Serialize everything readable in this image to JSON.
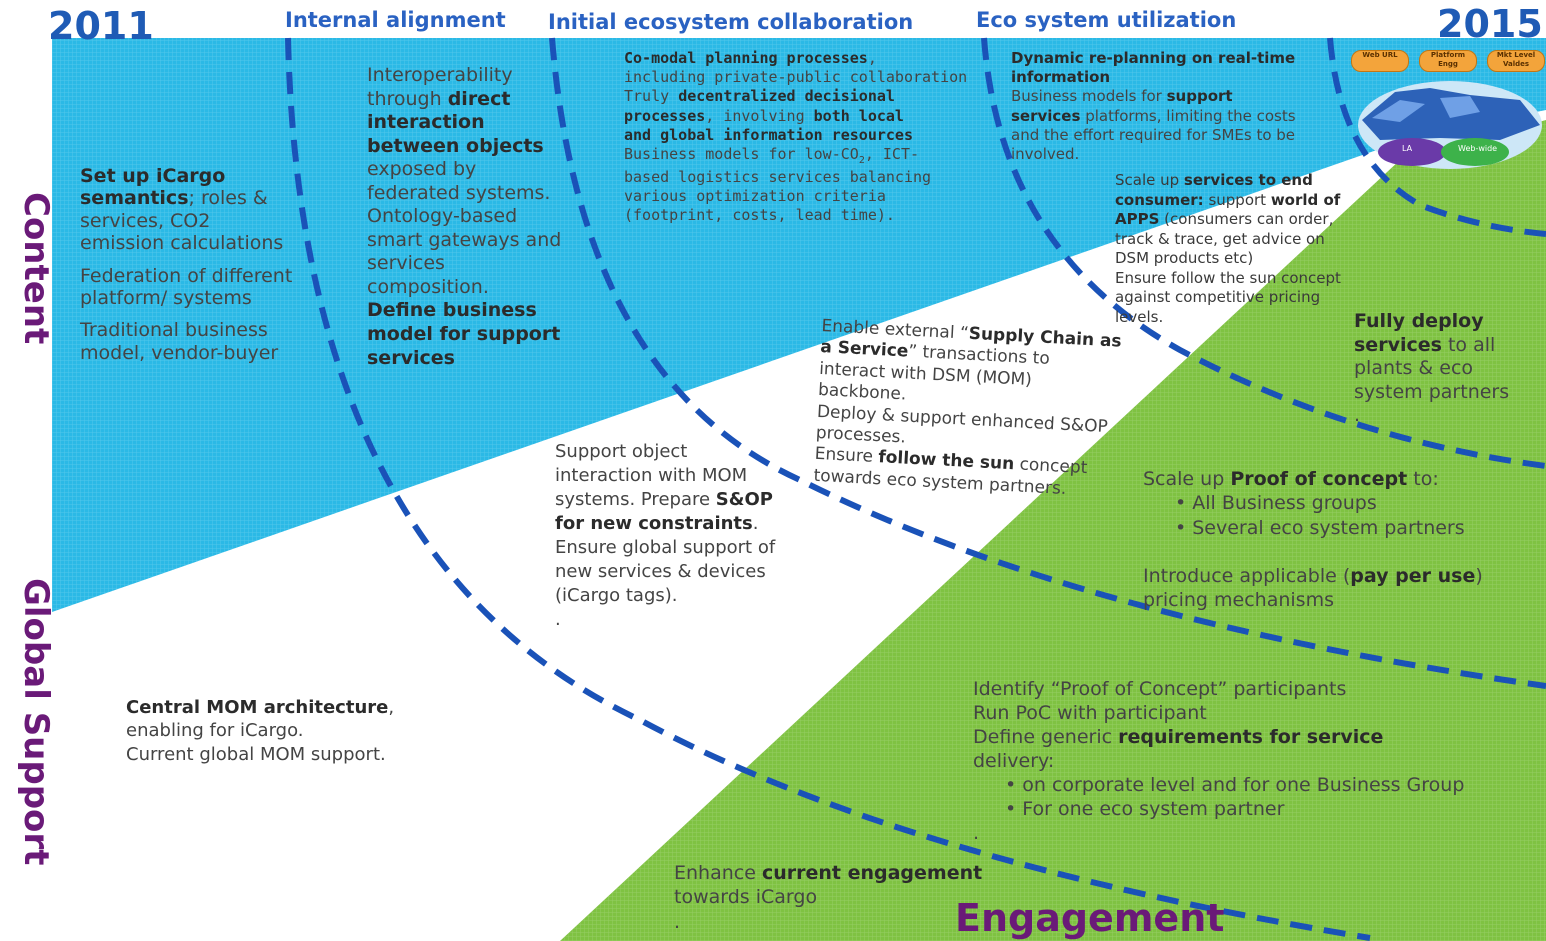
{
  "timeline": {
    "start_year": "2011",
    "end_year": "2015"
  },
  "phases": [
    "Internal alignment",
    "Initial ecosystem collaboration",
    "Eco system utilization"
  ],
  "axes": {
    "content": "Content",
    "global_support": "Global Support",
    "engagement": "Engagement"
  },
  "colors": {
    "content_band": "#2bb9e6",
    "engagement_band": "#7fc242",
    "arc_line": "#1a52b8",
    "phase_text": "#2a62c2",
    "axis_text": "#6a1a78"
  },
  "logo": {
    "badges": [
      "Web URL",
      "Platform Engg",
      "Mkt Level Valdes"
    ],
    "lower_labels": [
      "LA",
      "Web-wide"
    ]
  },
  "content": {
    "c1": {
      "l1_b": "Set up iCargo",
      "l2_b": "semantics",
      "l2": "; roles &",
      "l3": "services, CO2",
      "l4": "emission calculations",
      "p2a": "Federation of different",
      "p2b": "platform/ systems",
      "p3a": "Traditional business",
      "p3b": "model, vendor-buyer"
    },
    "c2": {
      "l1": "Interoperability",
      "l2": "through ",
      "l2_b": "direct",
      "l3_b": "interaction",
      "l4_b": "between objects",
      "l5": "exposed by",
      "l6": "federated systems.",
      "l7": "Ontology-based",
      "l8": "smart gateways and",
      "l9": "services",
      "l10": "composition.",
      "l11_b": "Define business",
      "l12_b": "model for support",
      "l13_b": "services"
    },
    "c3": {
      "l1_b": "Co-modal planning processes",
      "l1": ",",
      "l2": "including private-public collaboration",
      "l3": "Truly ",
      "l3_b": "decentralized decisional",
      "l4_b": "processes",
      "l4": ", involving ",
      "l4_b2": "both local",
      "l5_b": "and global information resources",
      "l6": "Business models for low-CO",
      "l6_sub": "2",
      "l6b": ", ICT-",
      "l7": "based logistics services balancing",
      "l8": "various optimization criteria",
      "l9": "(footprint, costs, lead time)."
    },
    "c4": {
      "l1_b": "Dynamic re-planning on real-time",
      "l2_b": "information",
      "l3": "Business models for ",
      "l3_b": "support",
      "l4_b": "services",
      "l4": " platforms, limiting the costs",
      "l5": "and the effort required for SMEs to be",
      "l6": "involved."
    },
    "c5": {
      "l1": "Scale up ",
      "l1_b": "services to end",
      "l2_b": "consumer:",
      "l2": " support ",
      "l2_b2": "world of",
      "l3_b": "APPS",
      "l3": " (consumers can order,",
      "l4": "track & trace, get advice on",
      "l5": "DSM products etc)",
      "l6": "Ensure follow the sun concept",
      "l7": "against competitive pricing",
      "l8": "levels."
    }
  },
  "global": {
    "g1": {
      "l1_b": "Central MOM architecture",
      "l1": ",",
      "l2": "enabling for iCargo.",
      "l3": "Current global MOM support."
    },
    "g2": {
      "l1": "Support object",
      "l2": "interaction with MOM",
      "l3": "systems. Prepare ",
      "l3_b": "S&OP",
      "l4_b": "for new constraints",
      "l4": ".",
      "l5": "Ensure global support of",
      "l6": "new services & devices",
      "l7": "(iCargo tags).",
      "l8": "."
    },
    "g3": {
      "l1": "Enable external “",
      "l1_b": "Supply Chain as",
      "l2_b": "a Service",
      "l2": "”  transactions to",
      "l3": "interact with DSM (MOM)",
      "l4": "backbone.",
      "l5": "Deploy & support enhanced S&OP",
      "l6": "processes.",
      "l7": "Ensure ",
      "l7_b": "follow the sun",
      "l7b": " concept",
      "l8": "towards eco system partners."
    }
  },
  "engagement": {
    "e1": {
      "l1_b": "Fully deploy",
      "l2_b": "services",
      "l2": " to all",
      "l3": "plants & eco",
      "l4": "system partners",
      "l5": "."
    },
    "e2": {
      "l1": "Scale up ",
      "l1_b": "Proof of concept",
      "l1b": " to:",
      "b1": "All Business groups",
      "b2": "Several eco system partners",
      "l4": "Introduce applicable (",
      "l4_b": "pay per use",
      "l4b": ")",
      "l5": "pricing mechanisms"
    },
    "e3": {
      "l1": "Identify “Proof of Concept” participants",
      "l2": "Run PoC with participant",
      "l3": "Define generic ",
      "l3_b": "requirements for service",
      "l4": "delivery:",
      "b1": "on corporate level and for one Business Group",
      "b2": "For one eco system partner",
      "l7": "."
    },
    "e4": {
      "l1": "Enhance ",
      "l1_b": "current engagement",
      "l2": "towards iCargo",
      "l3": "."
    }
  }
}
